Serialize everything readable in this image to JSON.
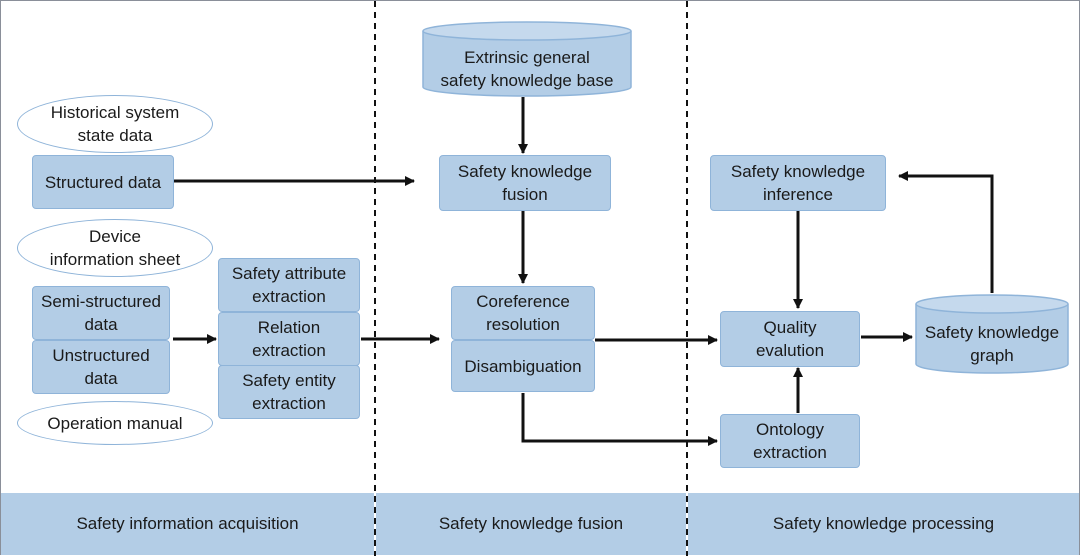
{
  "footer": {
    "acquisition": "Safety information acquisition",
    "fusion": "Safety knowledge fusion",
    "processing": "Safety knowledge processing"
  },
  "sources": {
    "historical": "Historical system\nstate data",
    "structured": "Structured data",
    "device": "Device\ninformation sheet",
    "semi_structured": "Semi-structured\ndata",
    "unstructured": "Unstructured\ndata",
    "manual": "Operation manual"
  },
  "extraction": {
    "attribute": "Safety attribute\nextraction",
    "relation": "Relation\nextraction",
    "entity": "Safety entity\nextraction"
  },
  "fusion": {
    "external_kb": "Extrinsic general\nsafety knowledge base",
    "knowledge_fusion": "Safety knowledge\nfusion",
    "coreference": "Coreference\nresolution",
    "disambiguation": "Disambiguation"
  },
  "processing": {
    "inference": "Safety knowledge\ninference",
    "quality": "Quality\nevalution",
    "graph": "Safety knowledge\ngraph",
    "ontology": "Ontology\nextraction"
  }
}
